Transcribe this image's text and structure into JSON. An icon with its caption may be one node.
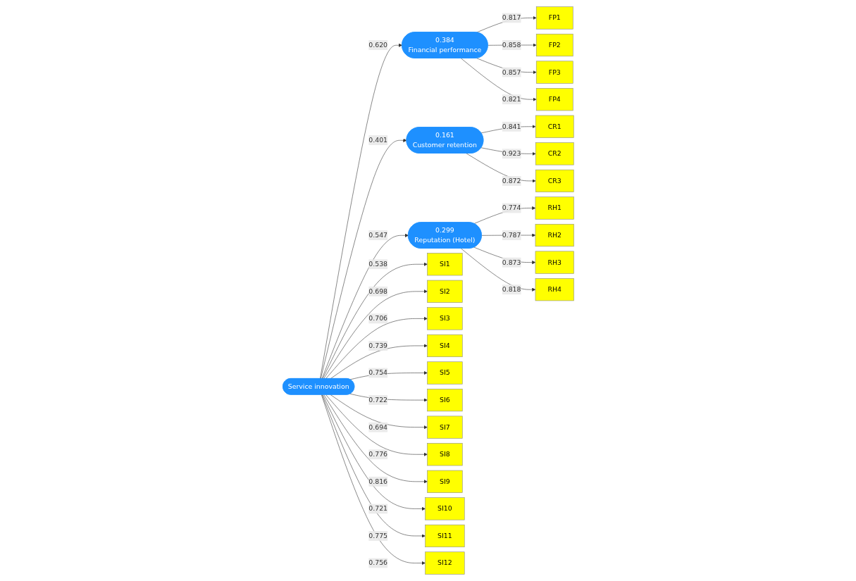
{
  "diagram": {
    "nodes": [
      {
        "text": [
          "Service innovation"
        ]
      },
      {
        "text": [
          "0.384",
          "Financial performance"
        ]
      },
      {
        "text": [
          "0.161",
          "Customer retention"
        ]
      },
      {
        "text": [
          "0.299",
          "Reputation (Hotel)"
        ]
      },
      {
        "text": [
          "SI1"
        ]
      },
      {
        "text": [
          "SI2"
        ]
      },
      {
        "text": [
          "SI3"
        ]
      },
      {
        "text": [
          "SI4"
        ]
      },
      {
        "text": [
          "SI5"
        ]
      },
      {
        "text": [
          "SI6"
        ]
      },
      {
        "text": [
          "SI7"
        ]
      },
      {
        "text": [
          "SI8"
        ]
      },
      {
        "text": [
          "SI9"
        ]
      },
      {
        "text": [
          "SI10"
        ]
      },
      {
        "text": [
          "SI11"
        ]
      },
      {
        "text": [
          "SI12"
        ]
      },
      {
        "text": [
          "FP1"
        ]
      },
      {
        "text": [
          "FP2"
        ]
      },
      {
        "text": [
          "FP3"
        ]
      },
      {
        "text": [
          "FP4"
        ]
      },
      {
        "text": [
          "CR1"
        ]
      },
      {
        "text": [
          "CR2"
        ]
      },
      {
        "text": [
          "CR3"
        ]
      },
      {
        "text": [
          "RH1"
        ]
      },
      {
        "text": [
          "RH2"
        ]
      },
      {
        "text": [
          "RH3"
        ]
      },
      {
        "text": [
          "RH4"
        ]
      }
    ],
    "edges": [
      {
        "from": 0,
        "to": 4,
        "arrow": "to",
        "label": "0.538"
      },
      {
        "from": 0,
        "to": 5,
        "arrow": "to",
        "label": "0.698"
      },
      {
        "from": 0,
        "to": 6,
        "arrow": "to",
        "label": "0.706"
      },
      {
        "from": 0,
        "to": 7,
        "arrow": "to",
        "label": "0.739"
      },
      {
        "from": 0,
        "to": 8,
        "arrow": "to",
        "label": "0.754"
      },
      {
        "from": 0,
        "to": 9,
        "arrow": "to",
        "label": "0.722"
      },
      {
        "from": 0,
        "to": 10,
        "arrow": "to",
        "label": "0.694"
      },
      {
        "from": 0,
        "to": 11,
        "arrow": "to",
        "label": "0.776"
      },
      {
        "from": 0,
        "to": 12,
        "arrow": "to",
        "label": "0.816"
      },
      {
        "from": 0,
        "to": 13,
        "arrow": "to",
        "label": "0.721"
      },
      {
        "from": 0,
        "to": 14,
        "arrow": "to",
        "label": "0.775"
      },
      {
        "from": 0,
        "to": 15,
        "arrow": "to",
        "label": "0.756"
      },
      {
        "from": 0,
        "to": 1,
        "arrow": "to",
        "label": "0.620"
      },
      {
        "from": 0,
        "to": 2,
        "arrow": "to",
        "label": "0.401"
      },
      {
        "from": 0,
        "to": 3,
        "arrow": "to",
        "label": "0.547"
      },
      {
        "from": 1,
        "to": 16,
        "arrow": "to",
        "label": "0.817"
      },
      {
        "from": 1,
        "to": 17,
        "arrow": "to",
        "label": "0.858"
      },
      {
        "from": 1,
        "to": 18,
        "arrow": "to",
        "label": "0.857"
      },
      {
        "from": 1,
        "to": 19,
        "arrow": "to",
        "label": "0.821"
      },
      {
        "from": 2,
        "to": 20,
        "arrow": "to",
        "label": "0.841"
      },
      {
        "from": 2,
        "to": 21,
        "arrow": "to",
        "label": "0.923"
      },
      {
        "from": 2,
        "to": 22,
        "arrow": "to",
        "label": "0.872"
      },
      {
        "from": 3,
        "to": 23,
        "arrow": "to",
        "label": "0.774"
      },
      {
        "from": 3,
        "to": 24,
        "arrow": "to",
        "label": "0.787"
      },
      {
        "from": 3,
        "to": 25,
        "arrow": "to",
        "label": "0.873"
      },
      {
        "from": 3,
        "to": 26,
        "arrow": "to",
        "label": "0.818"
      }
    ]
  }
}
